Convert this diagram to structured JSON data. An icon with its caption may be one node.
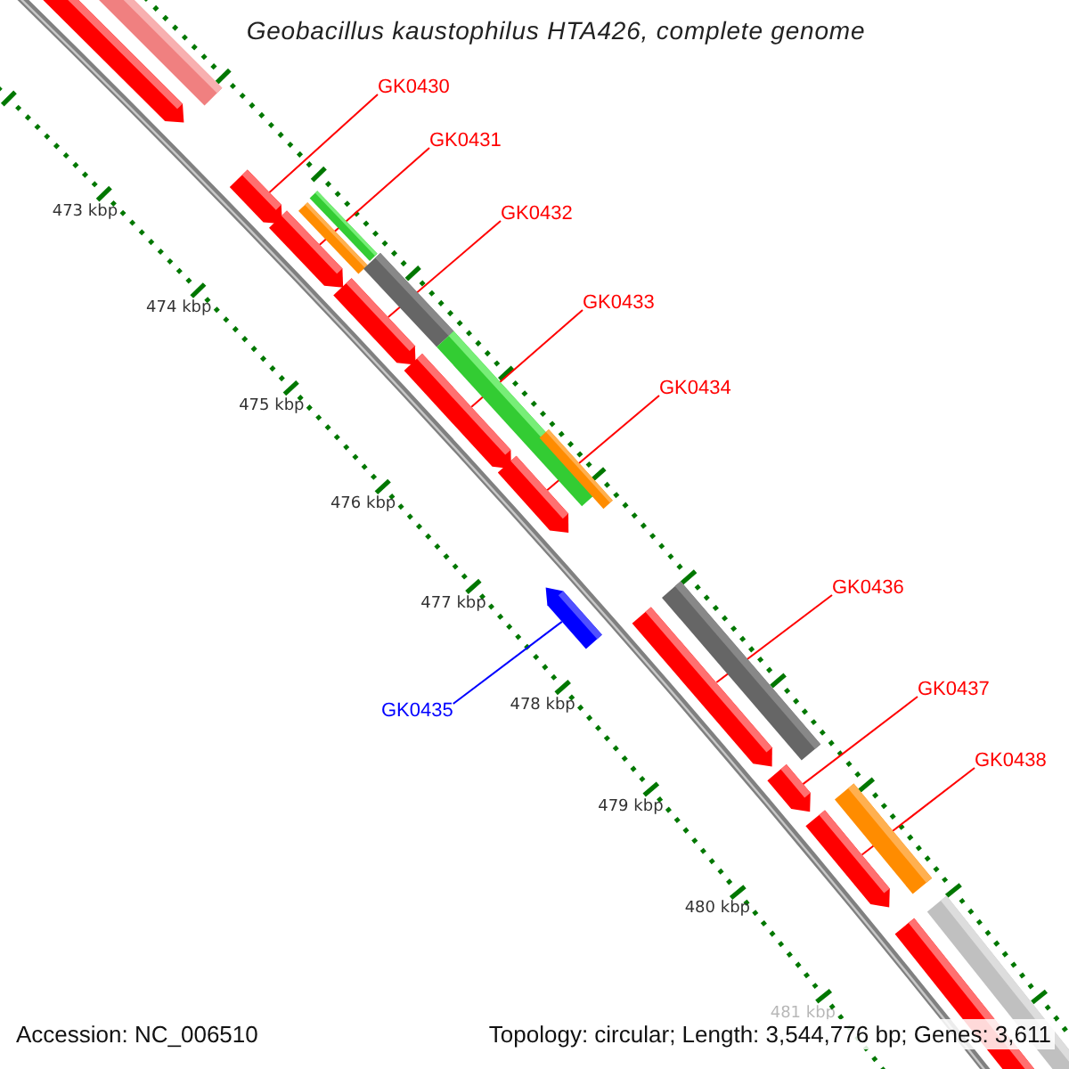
{
  "diagram": {
    "title": "Geobacillus kaustophilus HTA426, complete genome",
    "nodes": [
      {
        "text": [
          "GK0430"
        ]
      },
      {
        "text": [
          "GK0431"
        ]
      },
      {
        "text": [
          "GK0432"
        ]
      },
      {
        "text": [
          "GK0433"
        ]
      },
      {
        "text": [
          "GK0434"
        ]
      },
      {
        "text": [
          "GK0436"
        ]
      },
      {
        "text": [
          "GK0437"
        ]
      },
      {
        "text": [
          "GK0435"
        ]
      },
      {
        "text": [
          "GK0438"
        ]
      },
      {
        "text": [],
        "shape": "arrow"
      },
      {
        "text": [],
        "shape": "arrow"
      },
      {
        "text": [],
        "shape": "arrow"
      },
      {
        "text": [],
        "shape": "arrow"
      },
      {
        "text": [],
        "shape": "arrow"
      },
      {
        "text": [],
        "shape": "arrow"
      },
      {
        "text": [],
        "shape": "arrow"
      },
      {
        "text": [],
        "shape": "arrow"
      },
      {
        "text": [],
        "shape": "arrow"
      }
    ],
    "edges": [
      {
        "from": 0,
        "to": 9,
        "arrow": "none"
      },
      {
        "from": 1,
        "to": 10,
        "arrow": "none"
      },
      {
        "from": 2,
        "to": 11,
        "arrow": "none"
      },
      {
        "from": 3,
        "to": 12,
        "arrow": "none"
      },
      {
        "from": 4,
        "to": 13,
        "arrow": "none"
      },
      {
        "from": 5,
        "to": 15,
        "arrow": "none"
      },
      {
        "from": 6,
        "to": 16,
        "arrow": "none"
      },
      {
        "from": 7,
        "to": 14,
        "arrow": "none",
        "color": "#0000ff"
      },
      {
        "from": 8,
        "to": 17,
        "arrow": "none"
      }
    ],
    "labels": [
      "473 kbp",
      "474 kbp",
      "475 kbp",
      "476 kbp",
      "477 kbp",
      "478 kbp",
      "479 kbp",
      "480 kbp",
      "481 kbp",
      "Accession: NC_006510",
      "Topology: circular; Length: 3,544,776 bp; Genes: 3,611"
    ]
  }
}
